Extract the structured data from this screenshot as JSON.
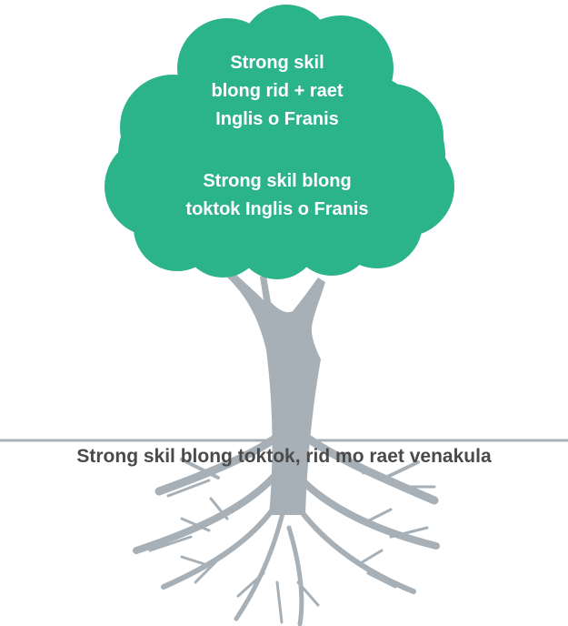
{
  "diagram": {
    "crown_text_top": [
      "Strong skil",
      "blong rid + raet",
      "Inglis o Franis"
    ],
    "crown_text_bottom": [
      "Strong skil blong",
      "toktok Inglis o Franis"
    ],
    "ground_label": "Strong skil blong toktok, rid mo raet venakula"
  },
  "colors": {
    "crown": "#2bb38a",
    "trunk": "#a7b0b7",
    "ground_line": "#a7b0b7",
    "label": "#4a4a4a"
  }
}
